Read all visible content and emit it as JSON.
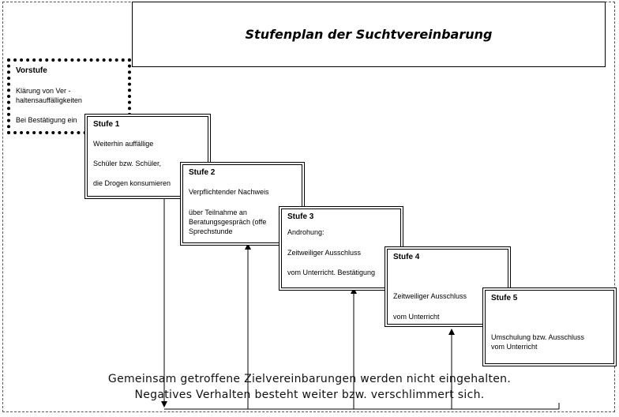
{
  "title": "Stufenplan der Suchtvereinbarung",
  "vorstufe": {
    "label": "Vorstufe",
    "line1": "Klärung von Ver -",
    "line2": "haltensauffälligkeiten",
    "line3": "Bei Bestätigung ein"
  },
  "stufe1": {
    "label": "Stufe 1",
    "line1": "Weiterhin auffällige",
    "line2": "Schüler bzw. Schüler,",
    "line3": "die Drogen konsumieren"
  },
  "stufe2": {
    "label": "Stufe 2",
    "line1": "Verpflichtender Nachweis",
    "line2": "über Teilnahme an",
    "line3": "Beratungsgespräch (offe",
    "line4": "Sprechstunde"
  },
  "stufe3": {
    "label": "Stufe 3",
    "line1": "Androhung:",
    "line2": "Zeitweiliger Ausschluss",
    "line3": "vom Unterricht. Bestätigung"
  },
  "stufe4": {
    "label": "Stufe 4",
    "line1": "Zeitweiliger Ausschluss",
    "line2": "vom Unterricht"
  },
  "stufe5": {
    "label": "Stufe 5",
    "line1": "Umschulung bzw. Ausschluss",
    "line2": "vom Unterricht"
  },
  "caption": {
    "line1": "Gemeinsam getroffene Zielvereinbarungen werden nicht eingehalten.",
    "line2": "Negatives Verhalten besteht weiter bzw. verschlimmert sich."
  }
}
